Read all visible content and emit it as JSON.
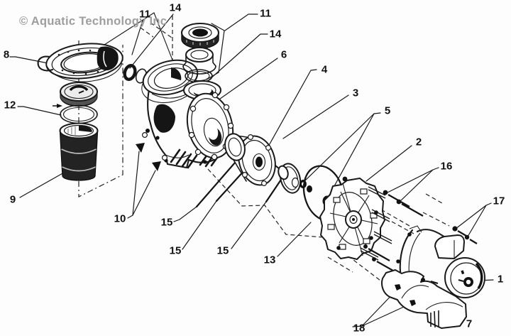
{
  "colors": {
    "ink": "#1a1a1a",
    "watermark": "#9e9e9e",
    "background": "#fdfdfd"
  },
  "watermark": {
    "text": "© Aquatic Technology Inc"
  },
  "diagram": {
    "type": "exploded-parts-diagram",
    "callouts": [
      {
        "label": "8"
      },
      {
        "label": "11"
      },
      {
        "label": "14"
      },
      {
        "label": "11"
      },
      {
        "label": "14"
      },
      {
        "label": "6"
      },
      {
        "label": "4"
      },
      {
        "label": "3"
      },
      {
        "label": "5"
      },
      {
        "label": "2"
      },
      {
        "label": "16"
      },
      {
        "label": "17"
      },
      {
        "label": "1"
      },
      {
        "label": "7"
      },
      {
        "label": "12"
      },
      {
        "label": "9"
      },
      {
        "label": "10"
      },
      {
        "label": "15"
      },
      {
        "label": "15"
      },
      {
        "label": "15"
      },
      {
        "label": "13"
      },
      {
        "label": "18"
      }
    ]
  }
}
